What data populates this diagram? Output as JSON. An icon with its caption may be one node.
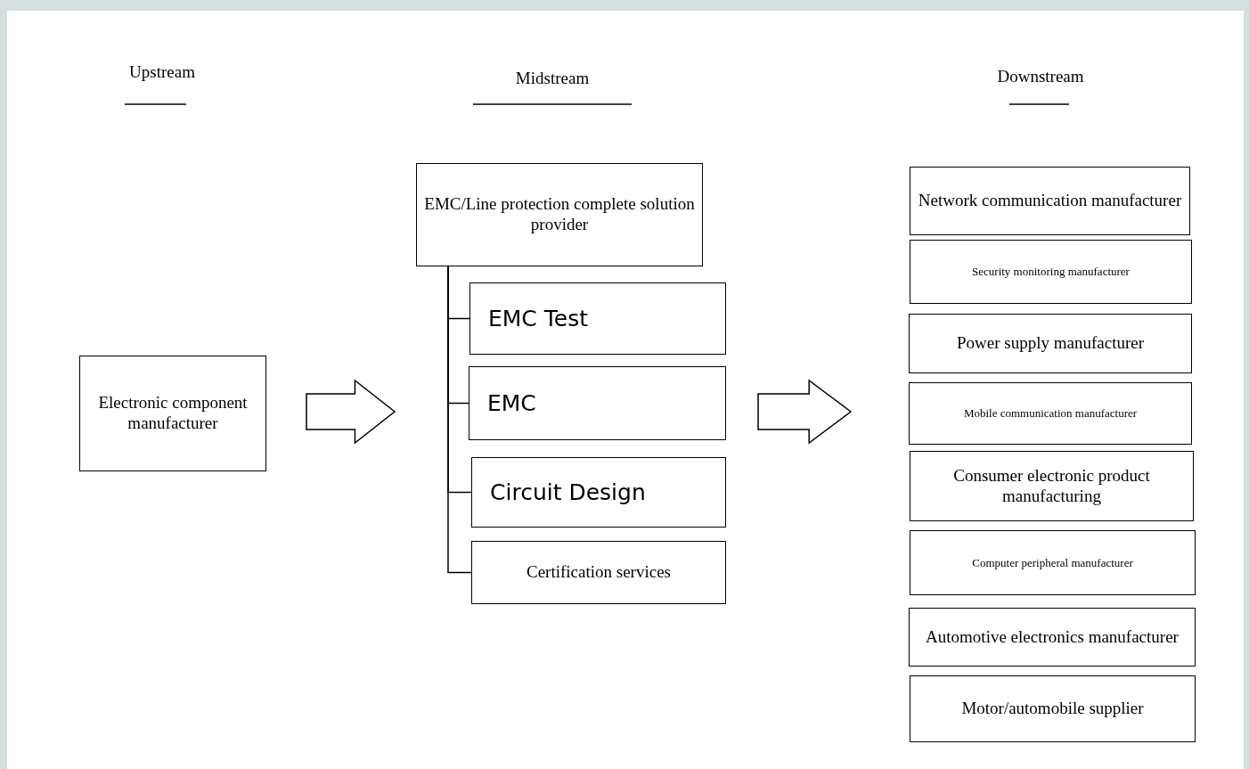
{
  "diagram": {
    "nodes": [
      {
        "text": [
          "Electronic component manufacturer"
        ]
      },
      {
        "text": [
          "EMC/Line protection complete solution provider"
        ]
      },
      {
        "text": [
          "EMC Test"
        ]
      },
      {
        "text": [
          "EMC"
        ]
      },
      {
        "text": [
          "Circuit Design"
        ]
      },
      {
        "text": [
          "Certification services"
        ]
      },
      {
        "text": [
          "Network communication manufacturer"
        ]
      },
      {
        "text": [
          "Security monitoring manufacturer"
        ]
      },
      {
        "text": [
          "Power supply manufacturer"
        ]
      },
      {
        "text": [
          "Mobile communication manufacturer"
        ]
      },
      {
        "text": [
          "Consumer electronic product manufacturing"
        ]
      },
      {
        "text": [
          "Computer peripheral manufacturer"
        ]
      },
      {
        "text": [
          "Automotive electronics manufacturer"
        ]
      },
      {
        "text": [
          "Motor/automobile supplier"
        ]
      }
    ],
    "edges": [
      {
        "from": 1,
        "to": 2,
        "arrow": "none"
      },
      {
        "from": 1,
        "to": 3,
        "arrow": "none"
      },
      {
        "from": 1,
        "to": 4,
        "arrow": "none"
      },
      {
        "from": 1,
        "to": 5,
        "arrow": "none"
      },
      {
        "from": 0,
        "to": 3,
        "arrow": "to",
        "style": "thick"
      },
      {
        "from": 3,
        "to": null,
        "arrow": "to",
        "style": "thick"
      }
    ],
    "labels": [
      "Upstream",
      "Midstream",
      "Downstream"
    ]
  }
}
